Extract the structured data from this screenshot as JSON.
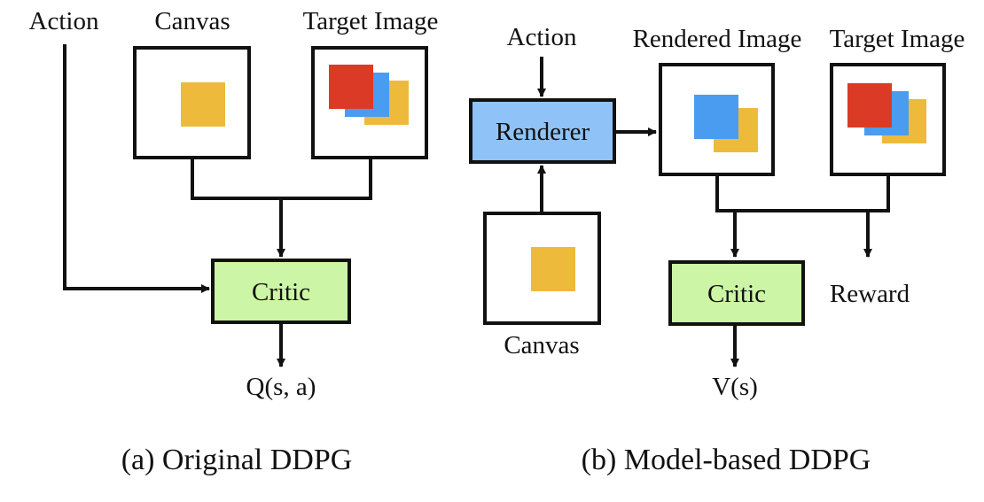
{
  "colors": {
    "red": "#db3b26",
    "blue": "#4a9cf0",
    "yellow": "#eeba3c",
    "critic_fill": "#ccf5a5",
    "renderer_fill": "#8fc3f7",
    "stroke": "#111111"
  },
  "left": {
    "action_label": "Action",
    "canvas_label": "Canvas",
    "target_label": "Target Image",
    "critic_label": "Critic",
    "output_label": "Q(s, a)",
    "caption": "(a)  Original DDPG"
  },
  "right": {
    "action_label": "Action",
    "renderer_label": "Renderer",
    "rendered_label": "Rendered Image",
    "target_label": "Target Image",
    "canvas_label": "Canvas",
    "critic_label": "Critic",
    "reward_label": "Reward",
    "output_label": "V(s)",
    "caption": "(b)  Model-based DDPG"
  }
}
